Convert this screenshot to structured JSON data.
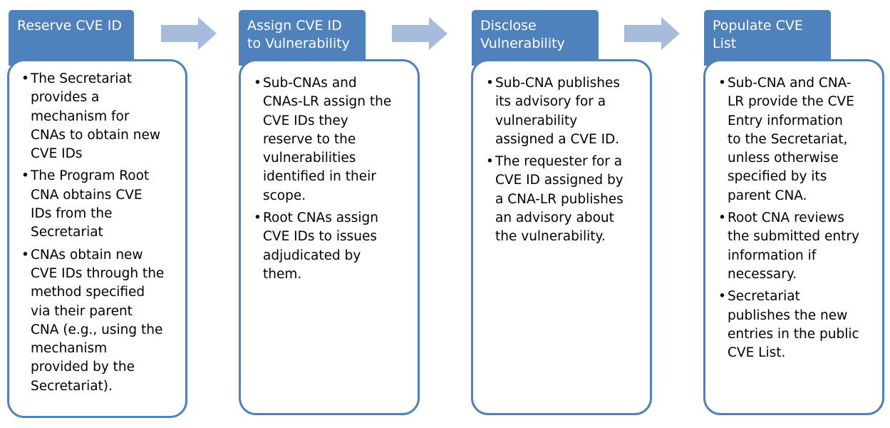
{
  "stages": [
    {
      "title_lines": [
        "Reserve CVE ID"
      ],
      "bullets": [
        [
          "The Secretariat",
          "provides a",
          "mechanism for",
          "CNAs to obtain new",
          "CVE IDs"
        ],
        [
          "The Program Root",
          "CNA obtains CVE",
          "IDs from the",
          "Secretariat"
        ],
        [
          "CNAs obtain new",
          "CVE IDs through the",
          "method specified",
          "via their parent",
          "CNA (e.g., using the",
          "mechanism",
          "provided by the",
          "Secretariat)."
        ]
      ]
    },
    {
      "title_lines": [
        "Assign CVE ID",
        "to Vulnerability"
      ],
      "bullets": [
        [
          "Sub-CNAs and",
          "CNAs-LR assign the",
          "CVE IDs they",
          "reserve to the",
          "vulnerabilities",
          "identified in their",
          "scope."
        ],
        [
          "Root CNAs assign",
          "CVE IDs to issues",
          "adjudicated by",
          "them."
        ]
      ]
    },
    {
      "title_lines": [
        "Disclose",
        "Vulnerability"
      ],
      "bullets": [
        [
          "Sub-CNA publishes",
          "its advisory for a",
          "vulnerability",
          "assigned a CVE ID."
        ],
        [
          "The requester for a",
          "CVE ID assigned by",
          "a CNA-LR publishes",
          "an advisory about",
          "the vulnerability."
        ]
      ]
    },
    {
      "title_lines": [
        "Populate CVE",
        "List"
      ],
      "bullets": [
        [
          "Sub-CNA and CNA-",
          "LR provide the CVE",
          "Entry information",
          "to the Secretariat,",
          "unless otherwise",
          "specified by its",
          "parent CNA."
        ],
        [
          "Root CNA reviews",
          "the submitted entry",
          "information if",
          "necessary."
        ],
        [
          "Secretariat",
          "publishes the new",
          "entries in the public",
          "CVE List."
        ]
      ]
    }
  ],
  "colors": {
    "header_fill": "#4f81bd",
    "card_border": "#4f81bd",
    "arrow_fill": "#a7bcdd"
  },
  "bullet_glyph": "•"
}
